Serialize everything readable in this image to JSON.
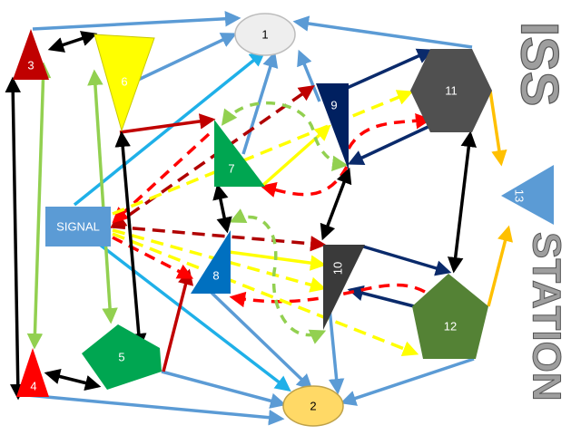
{
  "title_top": "ISS",
  "title_side": "STATION",
  "signal_label": "SIGNAL",
  "nodes": {
    "n1": "1",
    "n2": "2",
    "n3": "3",
    "n4": "4",
    "n5": "5",
    "n6": "6",
    "n7": "7",
    "n8": "8",
    "n9": "9",
    "n10": "10",
    "n11": "11",
    "n12": "12",
    "n13": "13"
  },
  "colors": {
    "blue": "#5b9bd5",
    "light_blue": "#1fb0e8",
    "navy": "#0a2a6b",
    "red": "#c00000",
    "dark_red": "#b00000",
    "yellow": "#ffff00",
    "green": "#92d050",
    "orange": "#ffc000",
    "black": "#000000"
  }
}
